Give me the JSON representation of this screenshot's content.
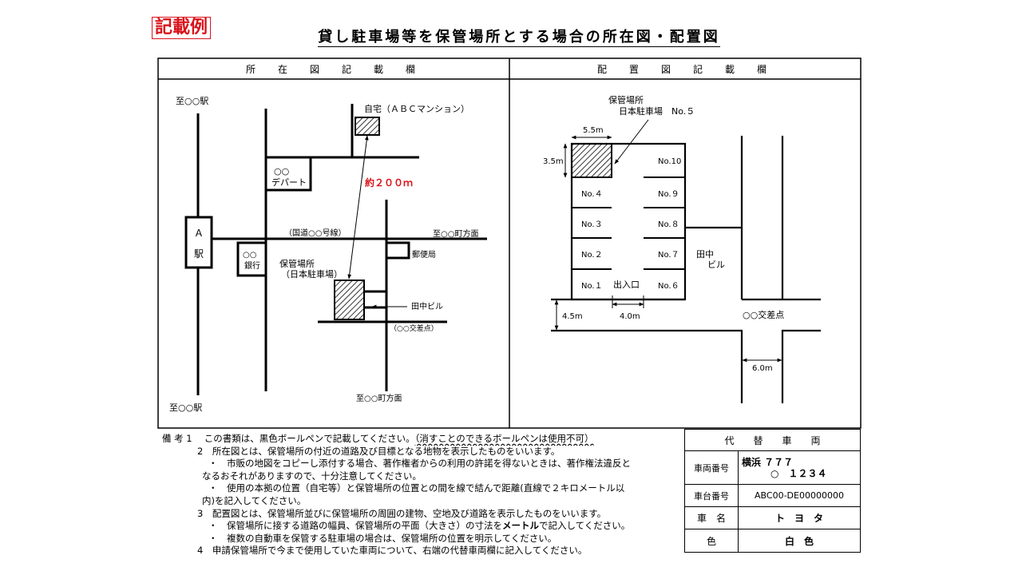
{
  "badge": "記載例",
  "title": "貸し駐車場等を保管場所とする場合の所在図・配置図",
  "location_map": {
    "header": "所　在　図　記　載　欄",
    "labels": {
      "to_station_top": "至○○駅",
      "to_station_bottom": "至○○駅",
      "home": "自宅（ＡＢＣマンション）",
      "dept_line1": "○○",
      "dept_line2": "デパート",
      "distance": "約２００ｍ",
      "station_a": "Ａ",
      "station_eki": "駅",
      "route": "（国道○○号線）",
      "to_town_right": "至○○町方面",
      "bank_line1": "○○",
      "bank_line2": "銀行",
      "post_office": "郵便局",
      "storage_line1": "保管場所",
      "storage_line2": "（日本駐車場）",
      "tanaka_building": "田中ビル",
      "intersection": "（○○交差点）",
      "to_town_bottom": "至○○町方面"
    }
  },
  "layout_map": {
    "header": "配　置　図　記　載　欄",
    "labels": {
      "storage_line1": "保管場所",
      "storage_line2": "日本駐車場　No.５",
      "width_55": "5.5m",
      "depth_35": "3.5m",
      "road_45": "4.5m",
      "exit_40": "4.0m",
      "road_60": "6.0m",
      "entrance": "出入口",
      "tanaka_line1": "田中",
      "tanaka_line2": "ビル",
      "intersection": "○○交差点"
    },
    "slots_left": [
      "No.４",
      "No.３",
      "No.２",
      "No.１"
    ],
    "slots_right": [
      "No.10",
      "No.９",
      "No.８",
      "No.７",
      "No.６"
    ]
  },
  "notes": {
    "n1_prefix": "備 考 1　 この書類は、黒色ボールペンで記載してください。",
    "n1_wavy": "（消すことのできるボールペンは使用不可）",
    "n2": "2　所在図とは、保管場所の付近の道路及び目標となる地物を表示したものをいいます。",
    "n2a_line1": "・　市販の地図をコピーし添付する場合、著作権者からの利用の許諾を得ないときは、著作権法違反と",
    "n2a_line2": "なるおそれがありますので、十分注意してください。",
    "n2b_line1": "・　使用の本拠の位置（自宅等）と保管場所の位置との間を線で結んで距離(直線で２キロメートル以",
    "n2b_line2": "内)を記入してください。",
    "n3": "3　配置図とは、保管場所並びに保管場所の周囲の建物、空地及び道路を表示したものをいいます。",
    "n3a_prefix": "・　保管場所に接する道路の幅員、保管場所の平面（大きさ）の寸法を",
    "n3a_bold": "メートル",
    "n3a_suffix": "で記入してください。",
    "n3b": "・　複数の自動車を保管する駐車場の場合は、保管場所の位置を明示してください。",
    "n4": "4　申請保管場所で今まで使用していた車両について、右端の代替車両欄に記入してください。"
  },
  "vehicle": {
    "header": "代　　替　　車　　両",
    "plate_label": "車両番号",
    "plate_line1": "横浜 ７７７",
    "plate_line2": "○　１２３４",
    "chassis_label": "車台番号",
    "chassis_value": "ABC00-DE00000000",
    "name_label": "車　名",
    "name_value": "ト　ヨ　タ",
    "color_label": "色",
    "color_value": "白　色"
  },
  "colors": {
    "badge_red": "#d9141b",
    "distance_red": "#d9141b",
    "line_black": "#000000"
  }
}
